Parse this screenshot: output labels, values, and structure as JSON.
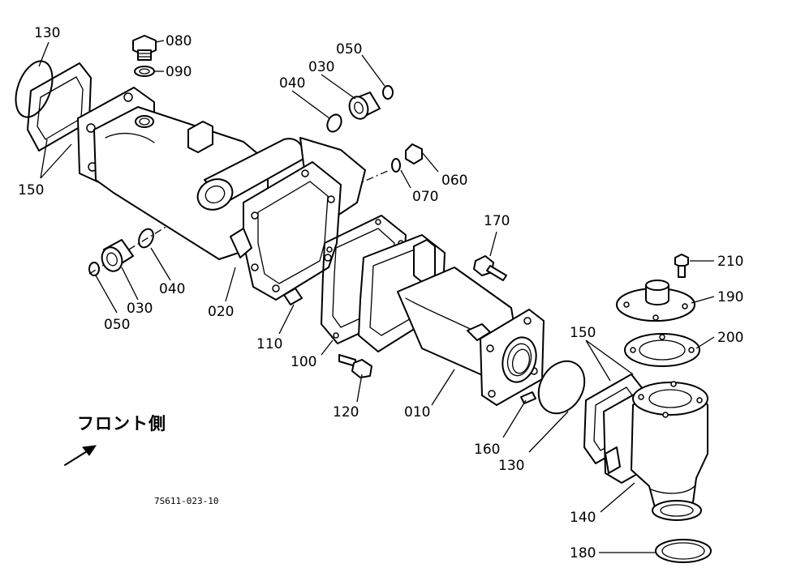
{
  "diagram": {
    "front_label": "フロント側",
    "drawing_number": "7S611-023-10",
    "part_labels": {
      "p130a": "130",
      "p080": "080",
      "p090": "090",
      "p050a": "050",
      "p030a": "030",
      "p040a": "040",
      "p060": "060",
      "p070": "070",
      "p150a": "150",
      "p040b": "040",
      "p030b": "030",
      "p050b": "050",
      "p020": "020",
      "p110": "110",
      "p100": "100",
      "p120": "120",
      "p010": "010",
      "p170": "170",
      "p150b": "150",
      "p160": "160",
      "p130b": "130",
      "p210": "210",
      "p190": "190",
      "p200": "200",
      "p140": "140",
      "p180": "180"
    }
  }
}
